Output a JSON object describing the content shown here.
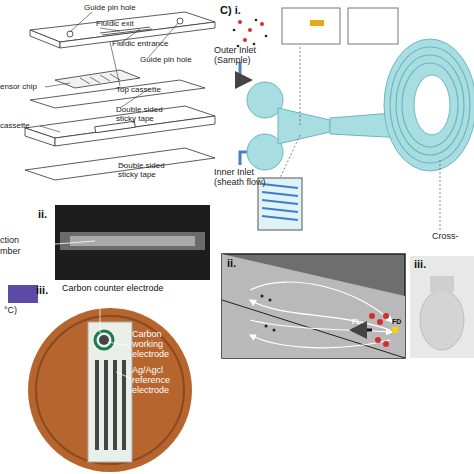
{
  "diagram": {
    "labels": [
      "Guide pin hole",
      "Fluidic exit",
      "Fluidic entrance",
      "Guide pin hole",
      "ensor chip",
      "Top cassette",
      "Double sided sticky tape",
      "cassette",
      "Double sided sticky tape",
      "C) i.",
      "Outer Inlet (Sample)",
      "Inner Inlet (sheath flow)",
      "Cross-",
      "ii.",
      "ction",
      "mber",
      "iii.",
      "Carbon counter electrode",
      "Carbon working electrode",
      "Ag/Agcl reference electrode",
      "°C)",
      "ii.",
      "FL",
      "FD",
      "iii."
    ]
  }
}
